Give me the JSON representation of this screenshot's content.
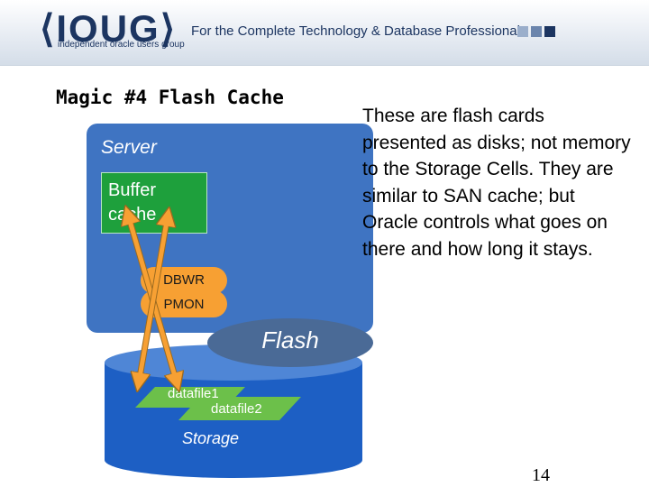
{
  "header": {
    "logo_text": "IOUG",
    "logo_subtitle": "independent oracle users group",
    "tagline": "For the Complete Technology & Database Professional"
  },
  "slide": {
    "title": "Magic #4 Flash Cache",
    "description": "These are flash cards presented as disks; not memory to the Storage Cells. They are similar to SAN cache; but Oracle controls what goes on there and how long it stays.",
    "page_number": "14"
  },
  "diagram": {
    "server_label": "Server",
    "buffer_label": "Buffer cache",
    "processes": [
      "DBWR",
      "PMON"
    ],
    "flash_label": "Flash",
    "datafiles": [
      "datafile1",
      "datafile2"
    ],
    "storage_label": "Storage"
  },
  "colors": {
    "brand_navy": "#1c3561",
    "server_blue": "#3f74c2",
    "buffer_green": "#1ea03c",
    "datafile_green": "#6cc04a",
    "process_orange": "#f7a033",
    "arrow_orange": "#f7a033",
    "flash_slate": "#4a6a96",
    "storage_blue": "#1d5fc4",
    "square_colors": [
      "#9aaecb",
      "#6b85ad",
      "#1c3561"
    ]
  }
}
